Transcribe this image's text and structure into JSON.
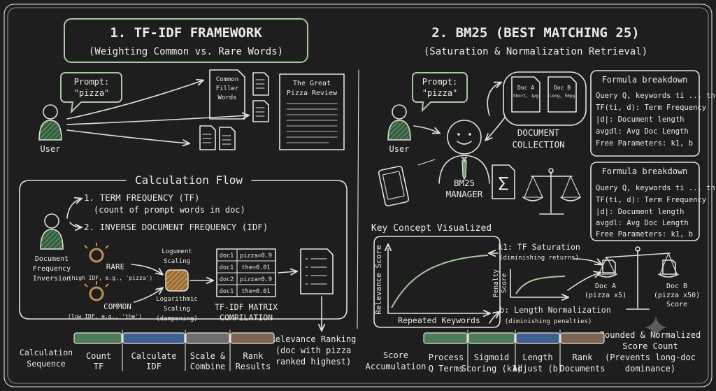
{
  "colors": {
    "background": "#1d1e1d",
    "chalk": "#ecebe3",
    "accent_green": "#a9c9a3",
    "user_fill": "#3e6a46",
    "bar_green": "#4d7c56",
    "bar_blue": "#3f5f8e",
    "bar_gray": "#6d6d6d",
    "bar_brown": "#7c6352",
    "orange_fill": "#c09052"
  },
  "left": {
    "title": "1. TF-IDF FRAMEWORK",
    "subtitle": "(Weighting Common vs. Rare Words)",
    "prompt_label": "Prompt:",
    "prompt_value": "\"pizza\"",
    "user_label": "User",
    "doc_common_1": "Common",
    "doc_common_2": "Filler",
    "doc_common_3": "Words",
    "doc_review_1": "The Great",
    "doc_review_2": "Pizza Review",
    "calc_flow_title": "Calculation Flow",
    "step1_title": "1. TERM FREQUENCY (TF)",
    "step1_desc": "(count of prompt words in doc)",
    "step2_title": "2. INVERSE DOCUMENT FREQUENCY (IDF)",
    "inversion_1": "Document",
    "inversion_2": "Frequency",
    "inversion_3": "Inversion",
    "rare_label": "RARE",
    "rare_desc": "(high IDF, e.g., 'pizza')",
    "common_label": "COMMON",
    "common_desc": "(low IDF, e.g., 'the')",
    "log_top_1": "Logument",
    "log_top_2": "Scaling",
    "log_bottom_1": "Logarithmic",
    "log_bottom_2": "Scaling",
    "log_bottom_3": "(dampening)",
    "matrix_rows": [
      [
        "doc1",
        "pizza=0.9"
      ],
      [
        "doc1",
        "the=0.01"
      ],
      [
        "doc2",
        "pizza=0.9"
      ],
      [
        "doc1",
        "the=0.01"
      ]
    ],
    "matrix_title_1": "TF-IDF MATRIX",
    "matrix_title_2": "COMPILATION",
    "ranking_1": "Relevance Ranking",
    "ranking_2": "(doc with pizza",
    "ranking_3": "ranked highest)",
    "seq_label_1": "Calculation",
    "seq_label_2": "Sequence",
    "seq_steps": [
      [
        "Count",
        "TF"
      ],
      [
        "Calculate",
        "IDF"
      ],
      [
        "Scale &",
        "Combine"
      ],
      [
        "Rank",
        "Results"
      ]
    ]
  },
  "right": {
    "title": "2. BM25 (BEST MATCHING 25)",
    "subtitle": "(Saturation & Normalization Retrieval)",
    "prompt_label": "Prompt:",
    "prompt_value": "\"pizza\"",
    "user_label": "User",
    "doc_a_1": "Doc A",
    "doc_a_2": "(Short, 1pg)",
    "doc_b_1": "Doc B",
    "doc_b_2": "(Long, 50pg)",
    "collection_1": "DOCUMENT",
    "collection_2": "COLLECTION",
    "manager_1": "BM25",
    "manager_2": "MANAGER",
    "sigma": "Σ",
    "formula_title": "Formula breakdown",
    "formula_lines": [
      "Query Q, keywords ti ... tn",
      "TF(ti, d): Term Frequency",
      "|d|: Document length",
      "avgdl: Avg Doc Length",
      "Free Parameters: k1, b"
    ],
    "formula_title_2": "Formula breakdown",
    "formula_lines_2": [
      "Query Q, keywords ti ... tn",
      "TF(ti, d): Term Frequency",
      "|d|: Document length",
      "avgdl: Avg Doc Length",
      "Free Parameters: k1, b"
    ],
    "concept_title": "Key Concept Visualized",
    "y_label": "Relevance Score",
    "x_label": "Repeated Keywords",
    "k1_title": "k1: TF Saturation",
    "k1_desc": "(diminishing returns)",
    "penalty_1": "Penalty",
    "penalty_2": "Score",
    "b_title": "b: Length Normalization",
    "b_desc": "(diminishing penalties)",
    "scale_a_1": "Doc A",
    "scale_a_2": "(pizza x5)",
    "scale_b_1": "Doc B",
    "scale_b_2": "(pizza x50)",
    "scale_b_3": "Score",
    "bounded_1": "Bounded & Normalized",
    "bounded_2": "Score Count",
    "bounded_3": "(Prevents long-doc",
    "bounded_4": "dominance)",
    "seq_label_1": "Score",
    "seq_label_2": "Accumulation",
    "seq_steps": [
      [
        "Process",
        "Q Terms"
      ],
      [
        "Sigmoid",
        "Scoring (k1)"
      ],
      [
        "Length",
        "Adjust (b)"
      ],
      [
        "Rank",
        "Documents"
      ]
    ]
  }
}
